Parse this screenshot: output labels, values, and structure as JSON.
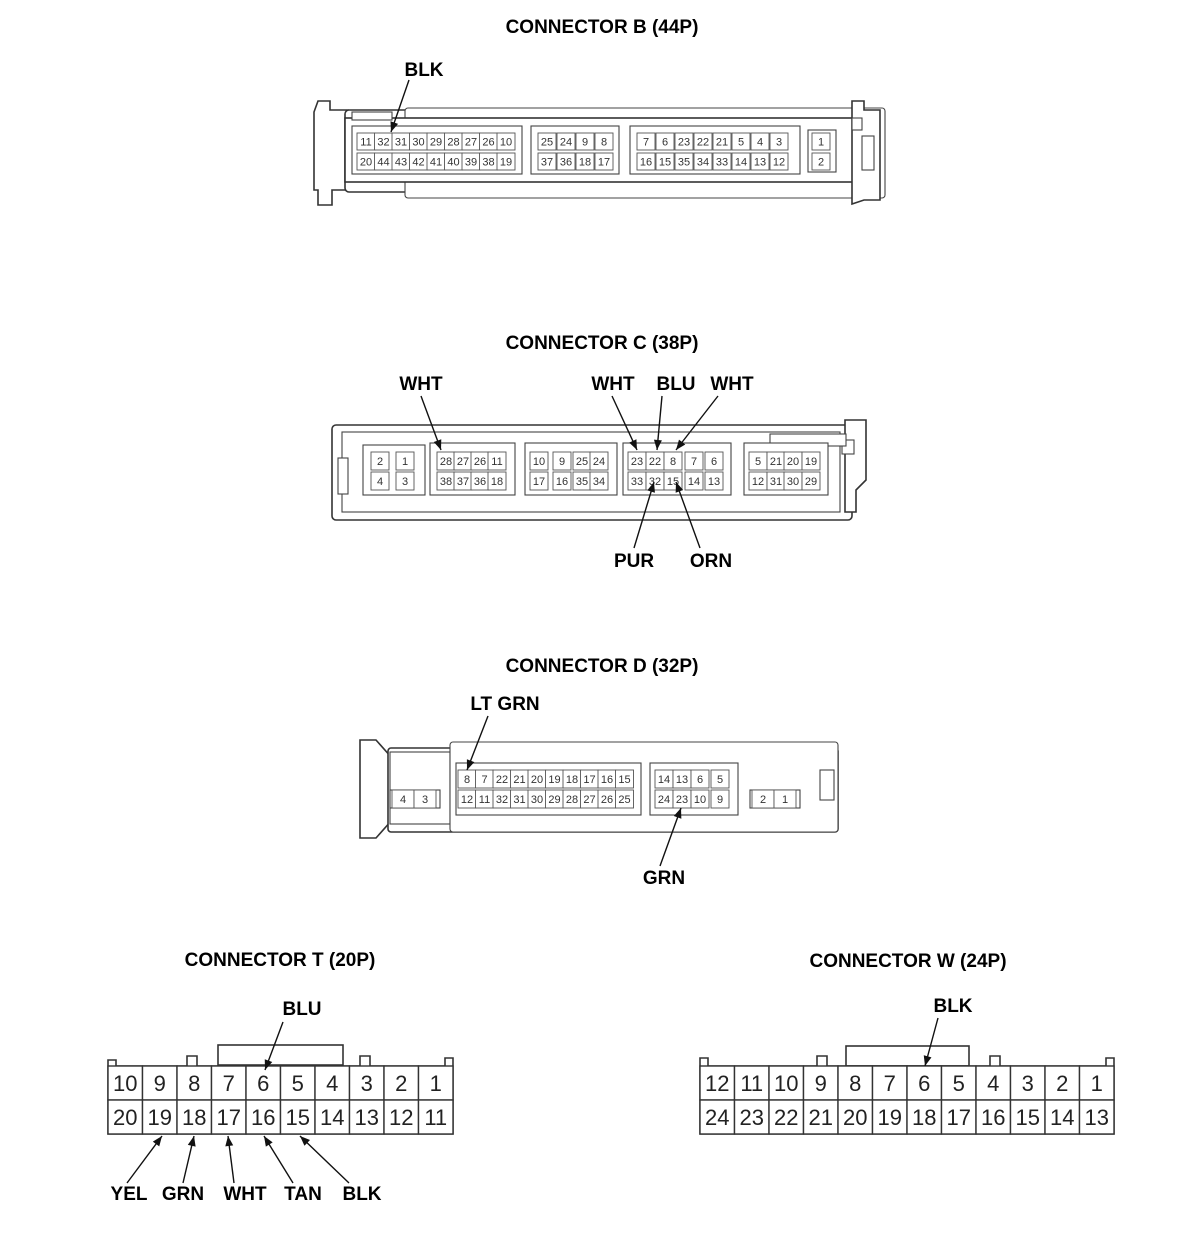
{
  "connectors": {
    "B": {
      "title": "CONNECTOR B (44P)",
      "pins_top": [
        "11",
        "32",
        "31",
        "30",
        "29",
        "28",
        "27",
        "26",
        "10",
        "25",
        "24",
        "9",
        "8",
        "7",
        "6",
        "23",
        "22",
        "21",
        "5",
        "4",
        "3",
        "1"
      ],
      "pins_bottom": [
        "20",
        "44",
        "43",
        "42",
        "41",
        "40",
        "39",
        "38",
        "19",
        "37",
        "36",
        "18",
        "17",
        "16",
        "15",
        "35",
        "34",
        "33",
        "14",
        "13",
        "12",
        "2"
      ],
      "wire_labels": [
        "BLK"
      ]
    },
    "C": {
      "title": "CONNECTOR C (38P)",
      "pins_top": [
        "2",
        "1",
        "28",
        "27",
        "26",
        "11",
        "10",
        "9",
        "25",
        "24",
        "23",
        "22",
        "8",
        "7",
        "6",
        "5",
        "21",
        "20",
        "19"
      ],
      "pins_bottom": [
        "4",
        "3",
        "38",
        "37",
        "36",
        "18",
        "17",
        "16",
        "35",
        "34",
        "33",
        "32",
        "15",
        "14",
        "13",
        "12",
        "31",
        "30",
        "29"
      ],
      "wire_labels": [
        "WHT",
        "WHT",
        "BLU",
        "WHT",
        "PUR",
        "ORN"
      ]
    },
    "D": {
      "title": "CONNECTOR D (32P)",
      "pins_top": [
        "8",
        "7",
        "22",
        "21",
        "20",
        "19",
        "18",
        "17",
        "16",
        "15",
        "14",
        "13",
        "6",
        "5"
      ],
      "pins_bottom": [
        "12",
        "11",
        "32",
        "31",
        "30",
        "29",
        "28",
        "27",
        "26",
        "25",
        "24",
        "23",
        "10",
        "9"
      ],
      "pins_side": [
        "4",
        "3",
        "2",
        "1"
      ],
      "wire_labels": [
        "LT GRN",
        "GRN"
      ]
    },
    "T": {
      "title": "CONNECTOR T (20P)",
      "pins_top": [
        "10",
        "9",
        "8",
        "7",
        "6",
        "5",
        "4",
        "3",
        "2",
        "1"
      ],
      "pins_bottom": [
        "20",
        "19",
        "18",
        "17",
        "16",
        "15",
        "14",
        "13",
        "12",
        "11"
      ],
      "wire_labels": [
        "BLU",
        "YEL",
        "GRN",
        "WHT",
        "TAN",
        "BLK"
      ]
    },
    "W": {
      "title": "CONNECTOR W (24P)",
      "pins_top": [
        "12",
        "11",
        "10",
        "9",
        "8",
        "7",
        "6",
        "5",
        "4",
        "3",
        "2",
        "1"
      ],
      "pins_bottom": [
        "24",
        "23",
        "22",
        "21",
        "20",
        "19",
        "18",
        "17",
        "16",
        "15",
        "14",
        "13"
      ],
      "wire_labels": [
        "BLK"
      ]
    }
  }
}
